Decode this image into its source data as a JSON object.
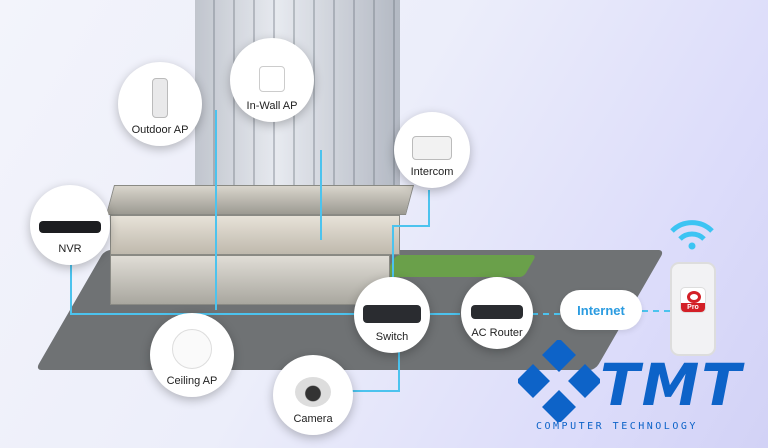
{
  "nodes": {
    "outdoor_ap": "Outdoor AP",
    "in_wall_ap": "In-Wall AP",
    "intercom": "Intercom",
    "nvr": "NVR",
    "switch": "Switch",
    "ac_router": "AC Router",
    "ceiling_ap": "Ceiling AP",
    "camera": "Camera"
  },
  "internet": "Internet",
  "app_badge": "Pro",
  "logo": {
    "name": "TMT",
    "tagline": "COMPUTER TECHNOLOGY"
  },
  "colors": {
    "line": "#4cc3ee",
    "brand": "#0d63c8",
    "app": "#d32027"
  }
}
